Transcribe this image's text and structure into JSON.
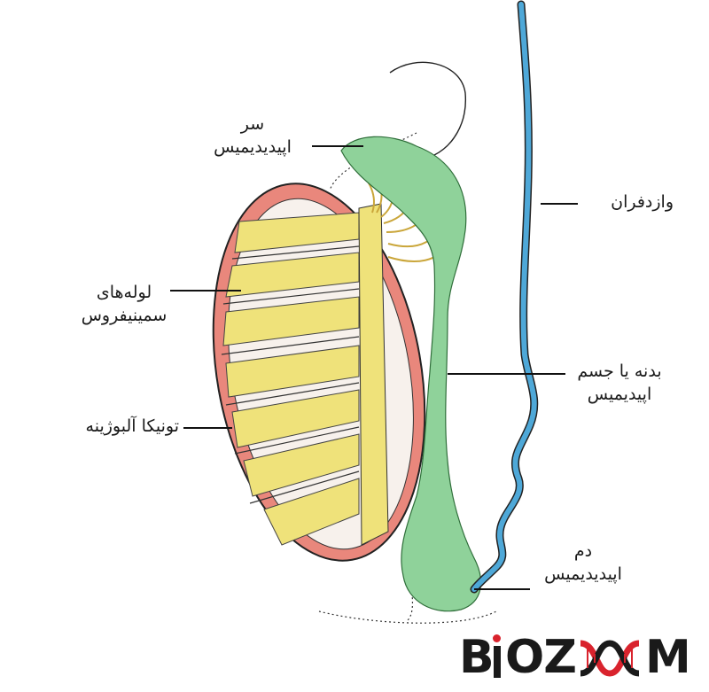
{
  "labels": {
    "epididymis_head": {
      "line1": "سر",
      "line2": "اپیدیدیمیس"
    },
    "vas_deferens": "وازدفران",
    "seminiferous_tubules": {
      "line1": "لوله‌های",
      "line2": "سمینیفروس"
    },
    "epididymis_body": {
      "line1": "بدنه یا جسم",
      "line2": "اپیدیمیس"
    },
    "tunica_albuginea": "تونیکا آلبوژینه",
    "epididymis_tail": {
      "line1": "دم",
      "line2": "اپیدیدیمیس"
    }
  },
  "logo": {
    "part1": "B",
    "part2": "OZ",
    "part3": "M"
  },
  "colors": {
    "tunica": "#e9877c",
    "tubules": "#efe27a",
    "epididymis": "#8fd29a",
    "vas_deferens": "#4ea8d8",
    "outline": "#222222",
    "logo_dark": "#1a1a1a",
    "logo_accent": "#d9232d"
  }
}
